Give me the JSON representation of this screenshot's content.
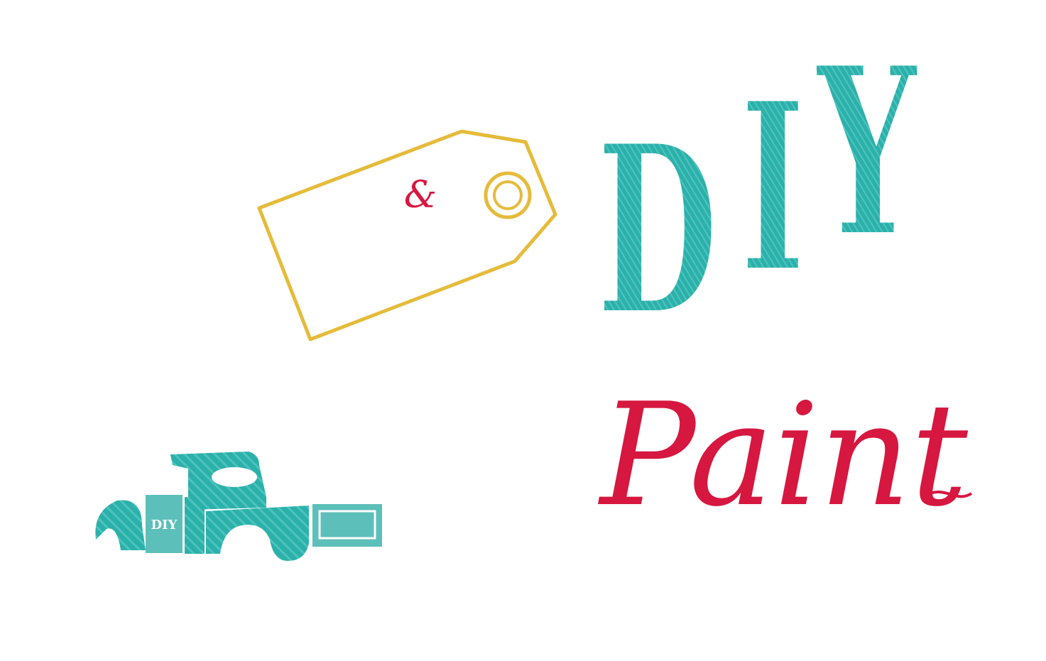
{
  "colors": {
    "teal": "#2bb0aa",
    "teal_dark": "#1e9c95",
    "red": "#d6173f",
    "gold": "#e5bb3a",
    "silver": "#dfe3e4"
  },
  "tag": {
    "ampersand": "&"
  },
  "title": {
    "letters": [
      "D",
      "I",
      "Y"
    ],
    "subtitle": "Paint"
  },
  "truck": {
    "door_label": "DIY"
  }
}
